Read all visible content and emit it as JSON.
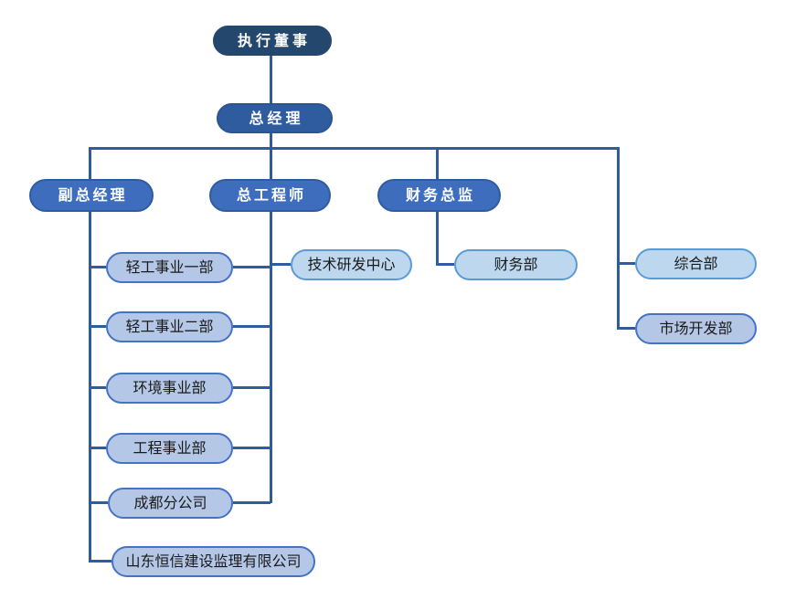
{
  "palette": {
    "top_level_fill": "#24476E",
    "second_level_fill": "#2E5C9E",
    "branch_fill": "#3E6DBE",
    "branch_border": "#2E5C9E",
    "lavender_fill": "#B4C7E7",
    "lavender_border": "#4472C4",
    "sky_fill": "#BDD7EE",
    "sky_border": "#5B9BD5",
    "connector_line": "#2E5C9E",
    "text_on_dark": "#FFFFFF",
    "text_on_light": "#1A1A1A",
    "background": "#FFFFFF"
  },
  "nodes": {
    "exec": {
      "label": "执行董事"
    },
    "gm": {
      "label": "总经理"
    },
    "vice": {
      "label": "副总经理"
    },
    "chief": {
      "label": "总工程师"
    },
    "cfo": {
      "label": "财务总监"
    },
    "light1": {
      "label": "轻工事业一部"
    },
    "light2": {
      "label": "轻工事业二部"
    },
    "env": {
      "label": "环境事业部"
    },
    "eng": {
      "label": "工程事业部"
    },
    "chengdu": {
      "label": "成都分公司"
    },
    "shandong": {
      "label": "山东恒信建设监理有限公司"
    },
    "tech": {
      "label": "技术研发中心"
    },
    "finance": {
      "label": "财务部"
    },
    "general": {
      "label": "综合部"
    },
    "market": {
      "label": "市场开发部"
    }
  },
  "edges": [
    [
      "执行董事",
      "总经理"
    ],
    [
      "总经理",
      "副总经理"
    ],
    [
      "总经理",
      "总工程师"
    ],
    [
      "总经理",
      "财务总监"
    ],
    [
      "总经理",
      "综合部"
    ],
    [
      "总经理",
      "市场开发部"
    ],
    [
      "副总经理",
      "轻工事业一部"
    ],
    [
      "副总经理",
      "轻工事业二部"
    ],
    [
      "副总经理",
      "环境事业部"
    ],
    [
      "副总经理",
      "工程事业部"
    ],
    [
      "副总经理",
      "成都分公司"
    ],
    [
      "副总经理",
      "山东恒信建设监理有限公司"
    ],
    [
      "总工程师",
      "技术研发中心"
    ],
    [
      "总工程师",
      "轻工事业一部"
    ],
    [
      "总工程师",
      "轻工事业二部"
    ],
    [
      "总工程师",
      "环境事业部"
    ],
    [
      "总工程师",
      "工程事业部"
    ],
    [
      "总工程师",
      "成都分公司"
    ],
    [
      "财务总监",
      "财务部"
    ]
  ]
}
